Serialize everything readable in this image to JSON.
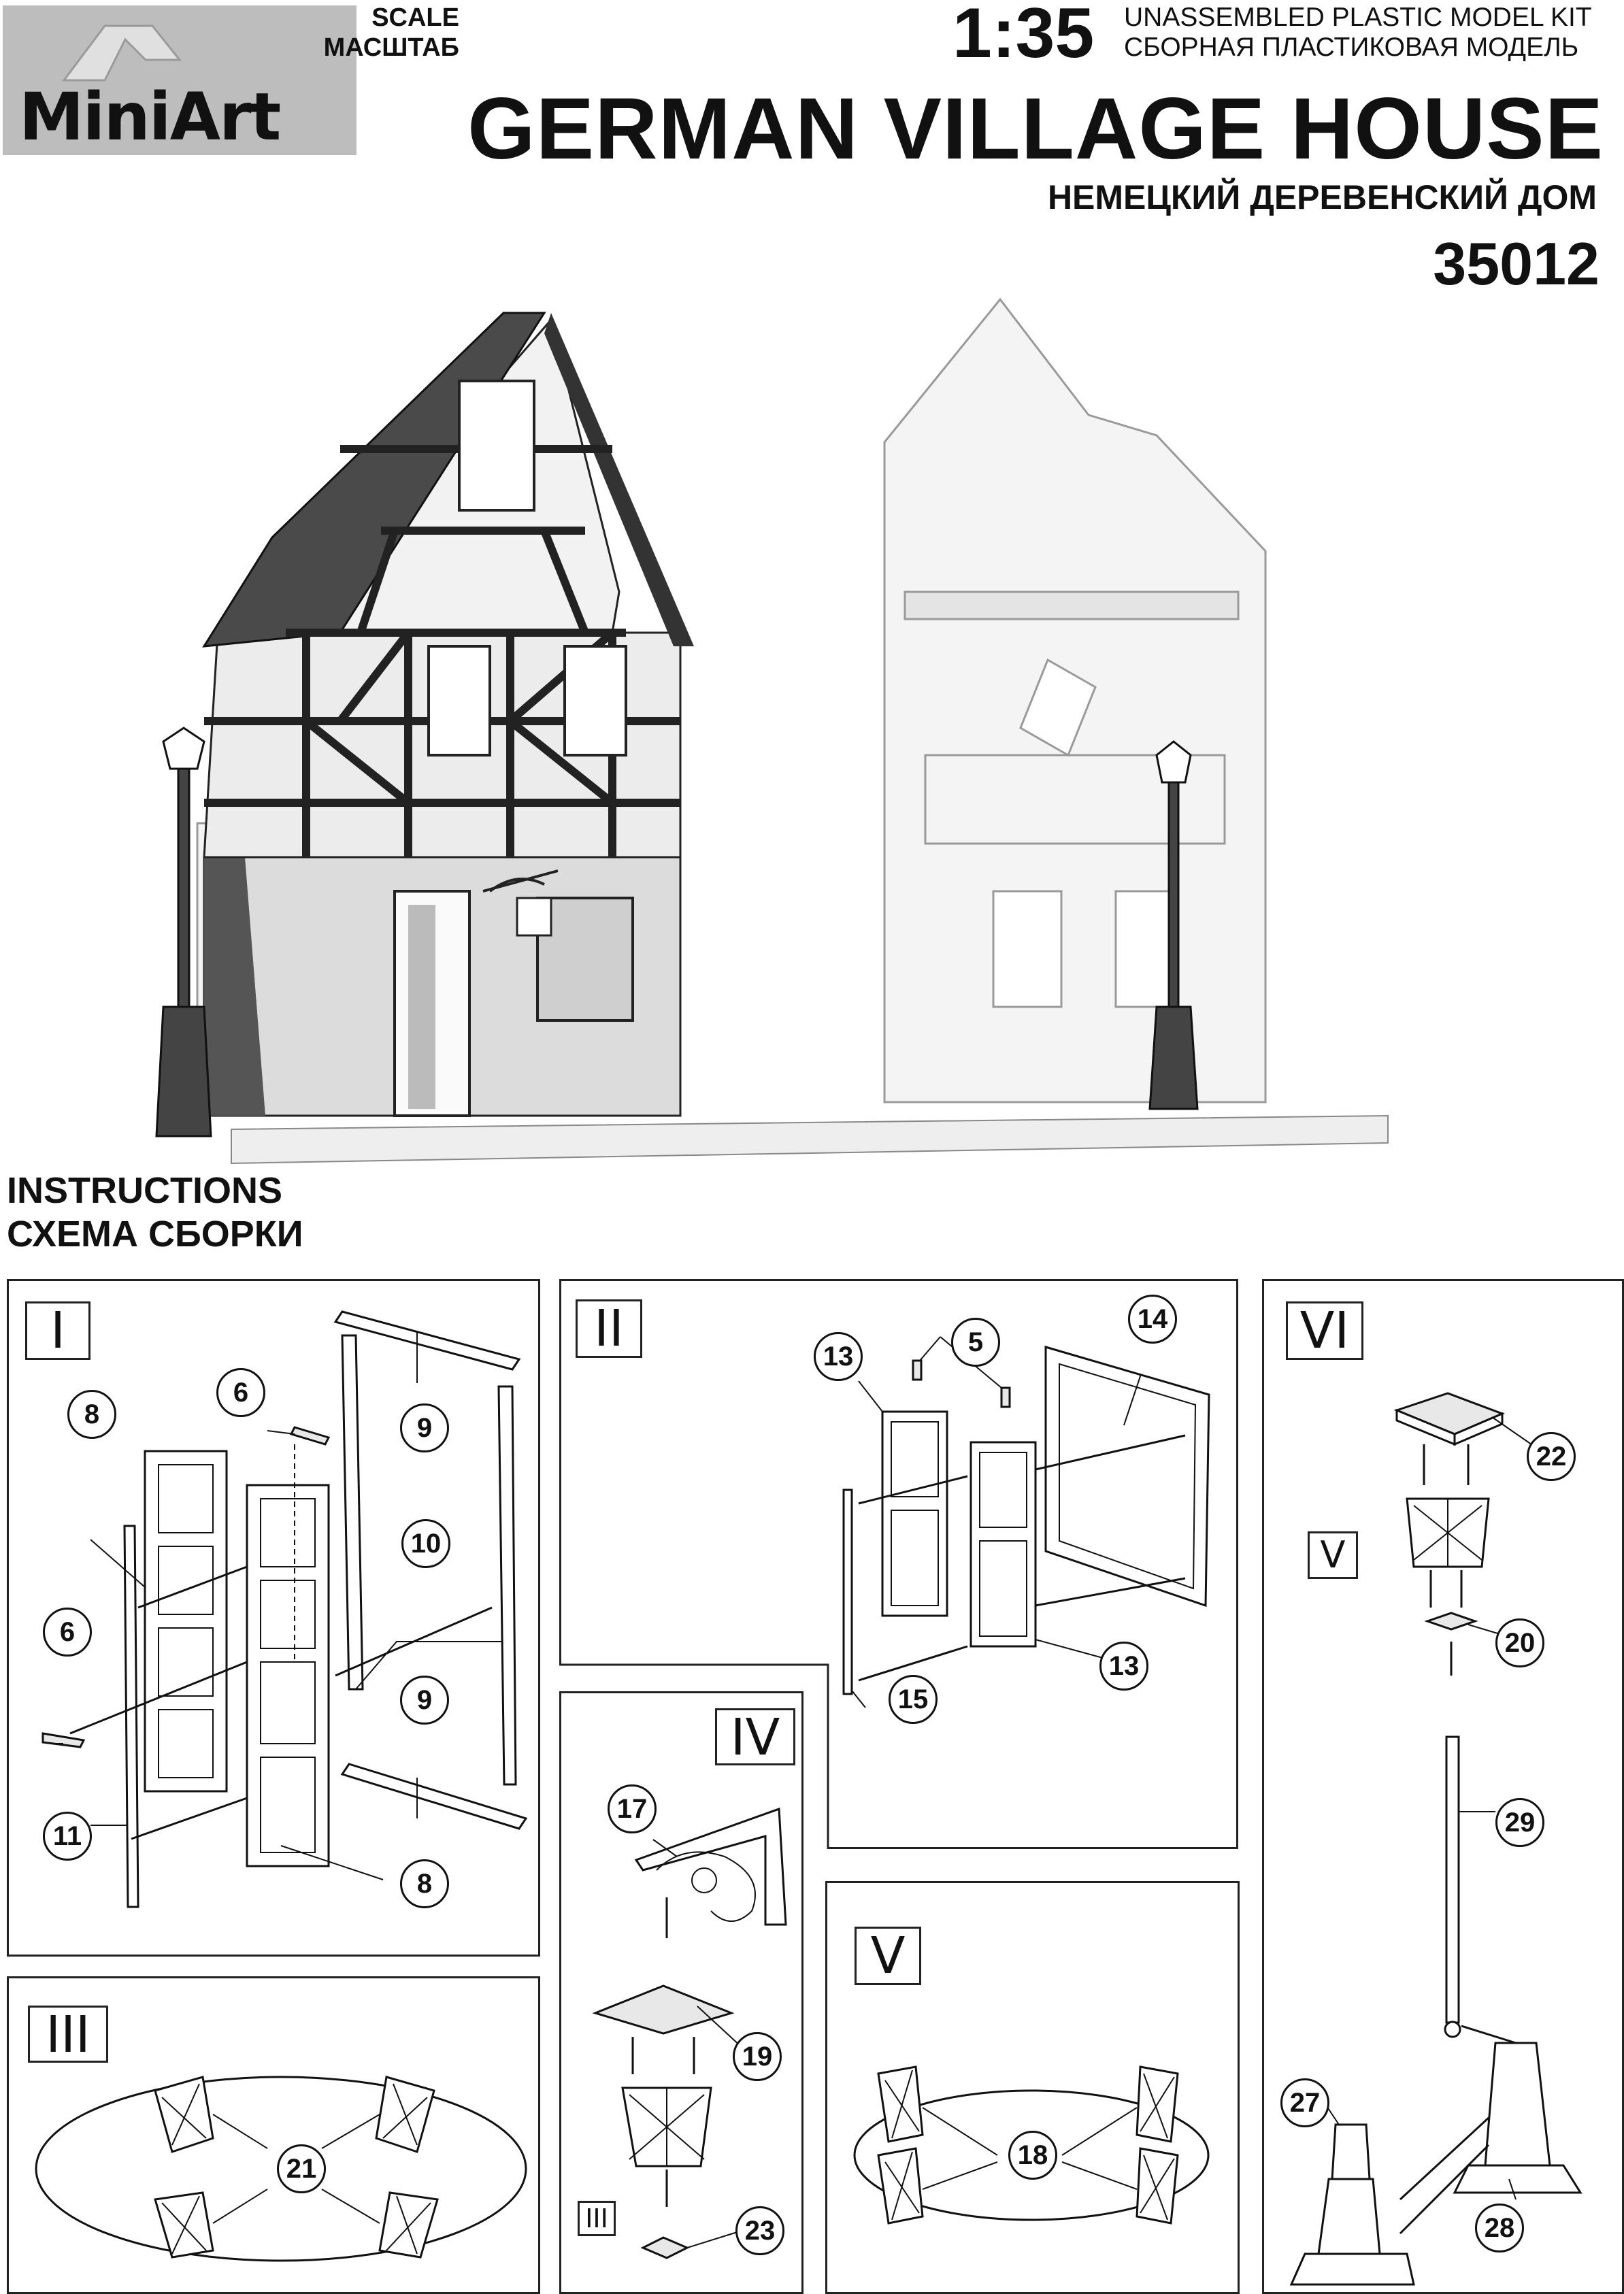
{
  "brand": {
    "name": "MiniArt"
  },
  "header": {
    "scale_label_en": "SCALE",
    "scale_label_ru": "МАСШТАБ",
    "scale_value": "1:35",
    "kit_type_en": "UNASSEMBLED PLASTIC MODEL KIT",
    "kit_type_ru": "СБОРНАЯ ПЛАСТИКОВАЯ МОДЕЛЬ",
    "title_en": "GERMAN VILLAGE HOUSE",
    "title_ru": "НЕМЕЦКИЙ ДЕРЕВЕНСКИЙ ДОМ",
    "catalog_number": "35012"
  },
  "instructions": {
    "label_en": "INSTRUCTIONS",
    "label_ru": "СХЕМА СБОРКИ"
  },
  "steps": [
    {
      "id": "I",
      "parts": [
        "8",
        "6",
        "9",
        "10",
        "6",
        "9",
        "11",
        "8"
      ]
    },
    {
      "id": "II",
      "parts": [
        "13",
        "5",
        "14",
        "13",
        "15"
      ]
    },
    {
      "id": "III",
      "parts": [
        "21"
      ]
    },
    {
      "id": "IV",
      "parts": [
        "17",
        "19",
        "III",
        "23"
      ]
    },
    {
      "id": "V",
      "parts": [
        "18"
      ]
    },
    {
      "id": "VI",
      "parts": [
        "22",
        "V",
        "20",
        "29",
        "27",
        "28"
      ]
    }
  ],
  "colors": {
    "ink": "#111111",
    "logo_bg": "#bdbdbd",
    "paper": "#ffffff"
  }
}
